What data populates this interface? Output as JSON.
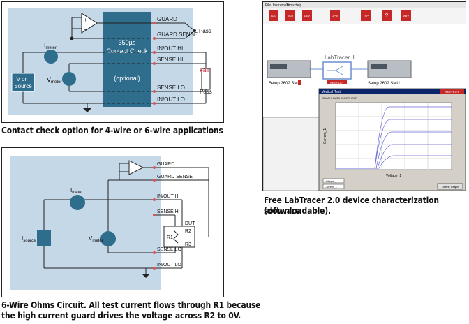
{
  "colors": {
    "panel_bg": "#c5d8e8",
    "block": "#2e6d8c",
    "node": "#2e6d8c",
    "fail": "#d0021b",
    "terminal": "#e05050",
    "wire": "#222222"
  },
  "fig1": {
    "labels": {
      "guard": "GUARD",
      "guard_sense": "GUARD SENSE",
      "in_out_hi": "IN/OUT HI",
      "sense_hi": "SENSE HI",
      "sense_lo": "SENSE LO",
      "in_out_lo": "IN/OUT LO",
      "pass_top": "Pass",
      "fail": "Fail",
      "pass_bottom": "Pass",
      "block_line1": "350µs",
      "block_line2": "Contact Check",
      "block_optional": "(optional)",
      "source_line1": "V or I",
      "source_line2": "Source",
      "imeter_main": "I",
      "imeter_sub": "meter",
      "vmeter_main": "V",
      "vmeter_sub": "meter"
    },
    "caption": "Contact check option for 4-wire or 6-wire applications"
  },
  "fig2": {
    "labels": {
      "guard": "GUARD",
      "guard_sense": "GUARD SENSE",
      "in_out_hi": "IN/OUT HI",
      "sense_hi": "SENSE HI",
      "sense_lo": "SENSE LO",
      "in_out_lo": "IN/OUT LO",
      "dut": "DUT",
      "r1": "R1",
      "r2": "R2",
      "r3": "R3",
      "imeter_main": "I",
      "imeter_sub": "meter",
      "vmeter_main": "V",
      "vmeter_sub": "meter",
      "isource_main": "I",
      "isource_sub": "source"
    },
    "caption_line1": "6-Wire Ohms Circuit. All test current flows through R1 because",
    "caption_line2": "the high current guard drives the voltage across R2 to 0V."
  },
  "fig3": {
    "menu": [
      "File",
      "Instrument",
      "Tools",
      "Help"
    ],
    "toolbar_icons": [
      "ADD",
      "SCR",
      "DEV",
      "GPIB",
      "TSP",
      "?",
      "ABV"
    ],
    "device_left_name": "Setup 2602 SMU",
    "device_right_name": "Setup 2602 SMU",
    "center_title": "LabTracer II",
    "center_brand": "KEITHLEY",
    "window_title": "Vertical Test",
    "tabs": [
      "GRAPH",
      "DATA SHEET",
      "HELP"
    ],
    "x_label": "Voltage_1",
    "y_label": "Current_1",
    "brand": "KEITHLEY",
    "controls": [
      "Voltage_1",
      "Current_1"
    ],
    "button": "Define Graph",
    "caption_line1": "Free LabTracer 2.0 device characterization software",
    "caption_line2": "(downloadable)."
  }
}
